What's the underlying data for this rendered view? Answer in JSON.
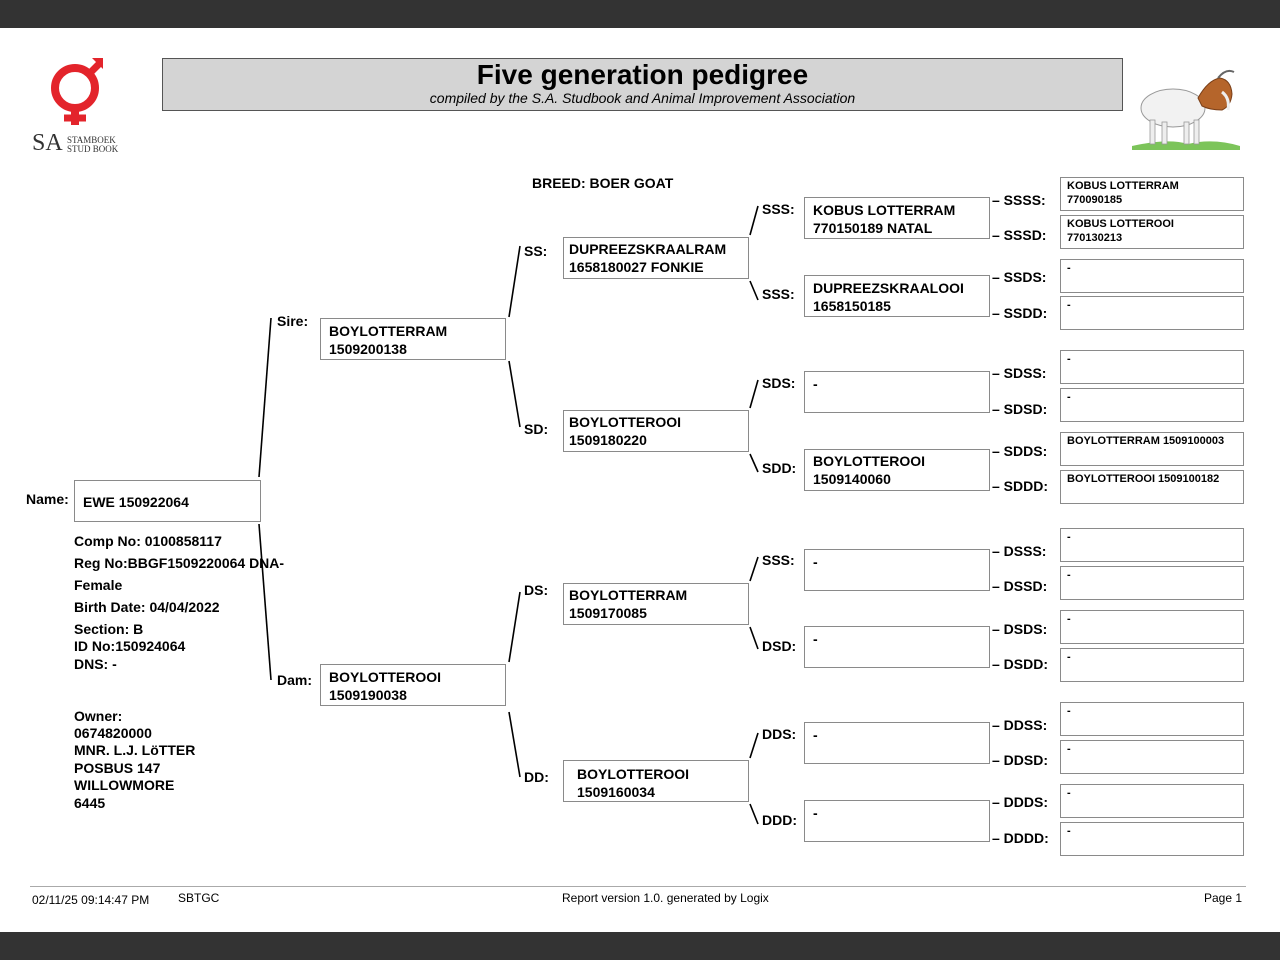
{
  "header": {
    "title": "Five generation pedigree",
    "subtitle": "compiled by the S.A. Studbook and Animal Improvement Association",
    "logo_sa": "SA",
    "logo_line1": "STAMBOEK",
    "logo_line2": "STUD BOOK"
  },
  "breed": "BREED: BOER GOAT",
  "animal": {
    "name_label": "Name:",
    "name": "EWE 150922064",
    "comp_no": "Comp No: 0100858117",
    "reg_no": "Reg No:BBGF1509220064 DNA-",
    "sex": "Female",
    "birth_date": "Birth Date: 04/04/2022",
    "section": "Section: B",
    "id_no": "ID No:150924064",
    "dns": "DNS: -",
    "owner_label": "Owner:",
    "owner_lines": [
      "0674820000",
      "MNR. L.J. LöTTER",
      "POSBUS 147",
      "WILLOWMORE",
      "6445"
    ]
  },
  "gen1": [
    {
      "label": "Sire:",
      "line1": "BOYLOTTERRAM",
      "line2": "1509200138"
    },
    {
      "label": "Dam:",
      "line1": "BOYLOTTEROOI",
      "line2": "1509190038"
    }
  ],
  "gen2": [
    {
      "label": "SS:",
      "line1": "DUPREEZSKRAALRAM",
      "line2": "1658180027 FONKIE"
    },
    {
      "label": "SD:",
      "line1": "BOYLOTTEROOI",
      "line2": "1509180220"
    },
    {
      "label": "DS:",
      "line1": "BOYLOTTERRAM",
      "line2": "1509170085"
    },
    {
      "label": "DD:",
      "line1": "BOYLOTTEROOI",
      "line2": "1509160034"
    }
  ],
  "gen3": [
    {
      "label": "SSS:",
      "line1": "KOBUS LOTTERRAM",
      "line2": "770150189 NATAL"
    },
    {
      "label": "SSS:",
      "line1": "DUPREEZSKRAALOOI",
      "line2": "1658150185"
    },
    {
      "label": "SDS:",
      "line1": "-",
      "line2": ""
    },
    {
      "label": "SDD:",
      "line1": "BOYLOTTEROOI",
      "line2": "1509140060"
    },
    {
      "label": "SSS:",
      "line1": "-",
      "line2": ""
    },
    {
      "label": "DSD:",
      "line1": "-",
      "line2": ""
    },
    {
      "label": "DDS:",
      "line1": "-",
      "line2": ""
    },
    {
      "label": "DDD:",
      "line1": "-",
      "line2": ""
    }
  ],
  "gen4": [
    {
      "label": "– SSSS:",
      "line1": "KOBUS LOTTERRAM",
      "line2": "770090185"
    },
    {
      "label": "– SSSD:",
      "line1": "KOBUS LOTTEROOI",
      "line2": "770130213"
    },
    {
      "label": "– SSDS:",
      "line1": "-",
      "line2": ""
    },
    {
      "label": "– SSDD:",
      "line1": "-",
      "line2": ""
    },
    {
      "label": "– SDSS:",
      "line1": "-",
      "line2": ""
    },
    {
      "label": "– SDSD:",
      "line1": "-",
      "line2": ""
    },
    {
      "label": "– SDDS:",
      "line1": "BOYLOTTERRAM 1509100003",
      "line2": ""
    },
    {
      "label": "– SDDD:",
      "line1": "BOYLOTTEROOI 1509100182",
      "line2": ""
    },
    {
      "label": "– DSSS:",
      "line1": "-",
      "line2": ""
    },
    {
      "label": "– DSSD:",
      "line1": "-",
      "line2": ""
    },
    {
      "label": "– DSDS:",
      "line1": "-",
      "line2": ""
    },
    {
      "label": "– DSDD:",
      "line1": "-",
      "line2": ""
    },
    {
      "label": "– DDSS:",
      "line1": "-",
      "line2": ""
    },
    {
      "label": "– DDSD:",
      "line1": "-",
      "line2": ""
    },
    {
      "label": "– DDDS:",
      "line1": "-",
      "line2": ""
    },
    {
      "label": "– DDDD:",
      "line1": "-",
      "line2": ""
    }
  ],
  "footer": {
    "datetime": "02/11/25 09:14:47 PM",
    "code": "SBTGC",
    "report": "Report version 1.0. generated by Logix",
    "page": "Page 1"
  },
  "colors": {
    "logo_red": "#e3242b",
    "title_bg": "#d4d4d4",
    "frame": "#333333"
  }
}
